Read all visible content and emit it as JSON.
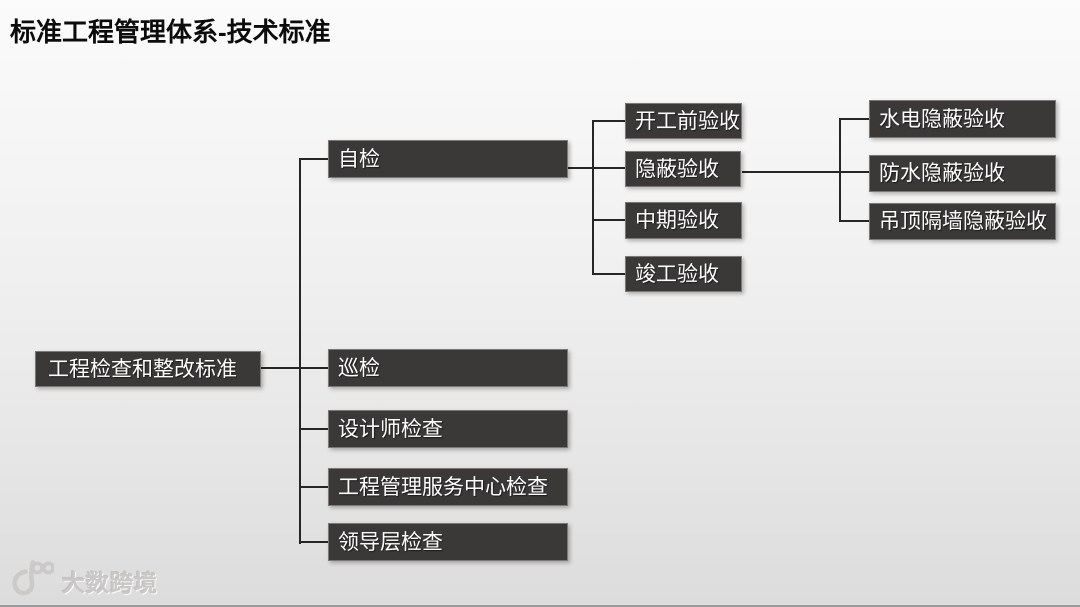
{
  "title": "标准工程管理体系-技术标准",
  "colors": {
    "node_fill": "#3b3838",
    "node_border": "#7c7878",
    "node_text": "#ffffff",
    "connector": "#262626",
    "background_top": "#fbfbfb",
    "background_bottom": "#dcdcdc",
    "watermark_text": "#c7c5c3"
  },
  "diagram": {
    "root": {
      "label": "工程检查和整改标准"
    },
    "branches": [
      {
        "label": "自检",
        "children": [
          {
            "label": "开工前验收"
          },
          {
            "label": "隐蔽验收",
            "children": [
              {
                "label": "水电隐蔽验收"
              },
              {
                "label": "防水隐蔽验收"
              },
              {
                "label": "吊顶隔墙隐蔽验收"
              }
            ]
          },
          {
            "label": "中期验收"
          },
          {
            "label": "竣工验收"
          }
        ]
      },
      {
        "label": "巡检"
      },
      {
        "label": "设计师检查"
      },
      {
        "label": "工程管理服务中心检查"
      },
      {
        "label": "领导层检查"
      }
    ]
  },
  "watermark": {
    "logo": "10-100-logo",
    "text": "大数跨境"
  }
}
